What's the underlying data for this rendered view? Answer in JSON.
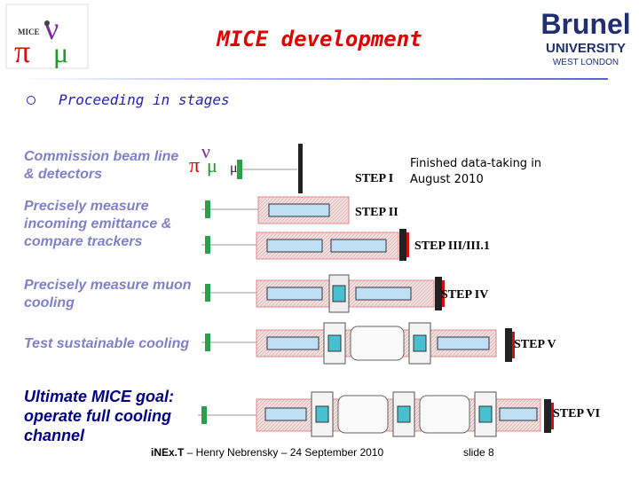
{
  "header": {
    "title": "MICE development",
    "brunel": {
      "line1": "Brunel",
      "line2": "UNIVERSITY",
      "line3": "WEST LONDON"
    },
    "mice_logo_text": "MICE"
  },
  "bullet": "Proceeding in stages",
  "labels": [
    "Commission beam line & detectors",
    "Precisely  measure incoming emittance & compare trackers",
    "Precisely  measure muon cooling",
    "Test sustainable cooling",
    "Ultimate MICE goal: operate full cooling channel"
  ],
  "note": "Finished data-taking in August 2010",
  "steps": [
    "STEP I",
    "STEP II",
    "STEP III/III.1",
    "STEP IV",
    "STEP V",
    "STEP VI"
  ],
  "mu_symbol": "μ",
  "footer": {
    "prefix": "iNEx.T",
    "rest": " – Henry Nebrensky – 24 September 2010"
  },
  "slide": "slide 8",
  "colors": {
    "title": "#e00000",
    "bullet": "#2222aa",
    "label": "#8080c8",
    "label_dark": "#000080",
    "step": "#33388c",
    "brand": "#1f2f6f"
  }
}
